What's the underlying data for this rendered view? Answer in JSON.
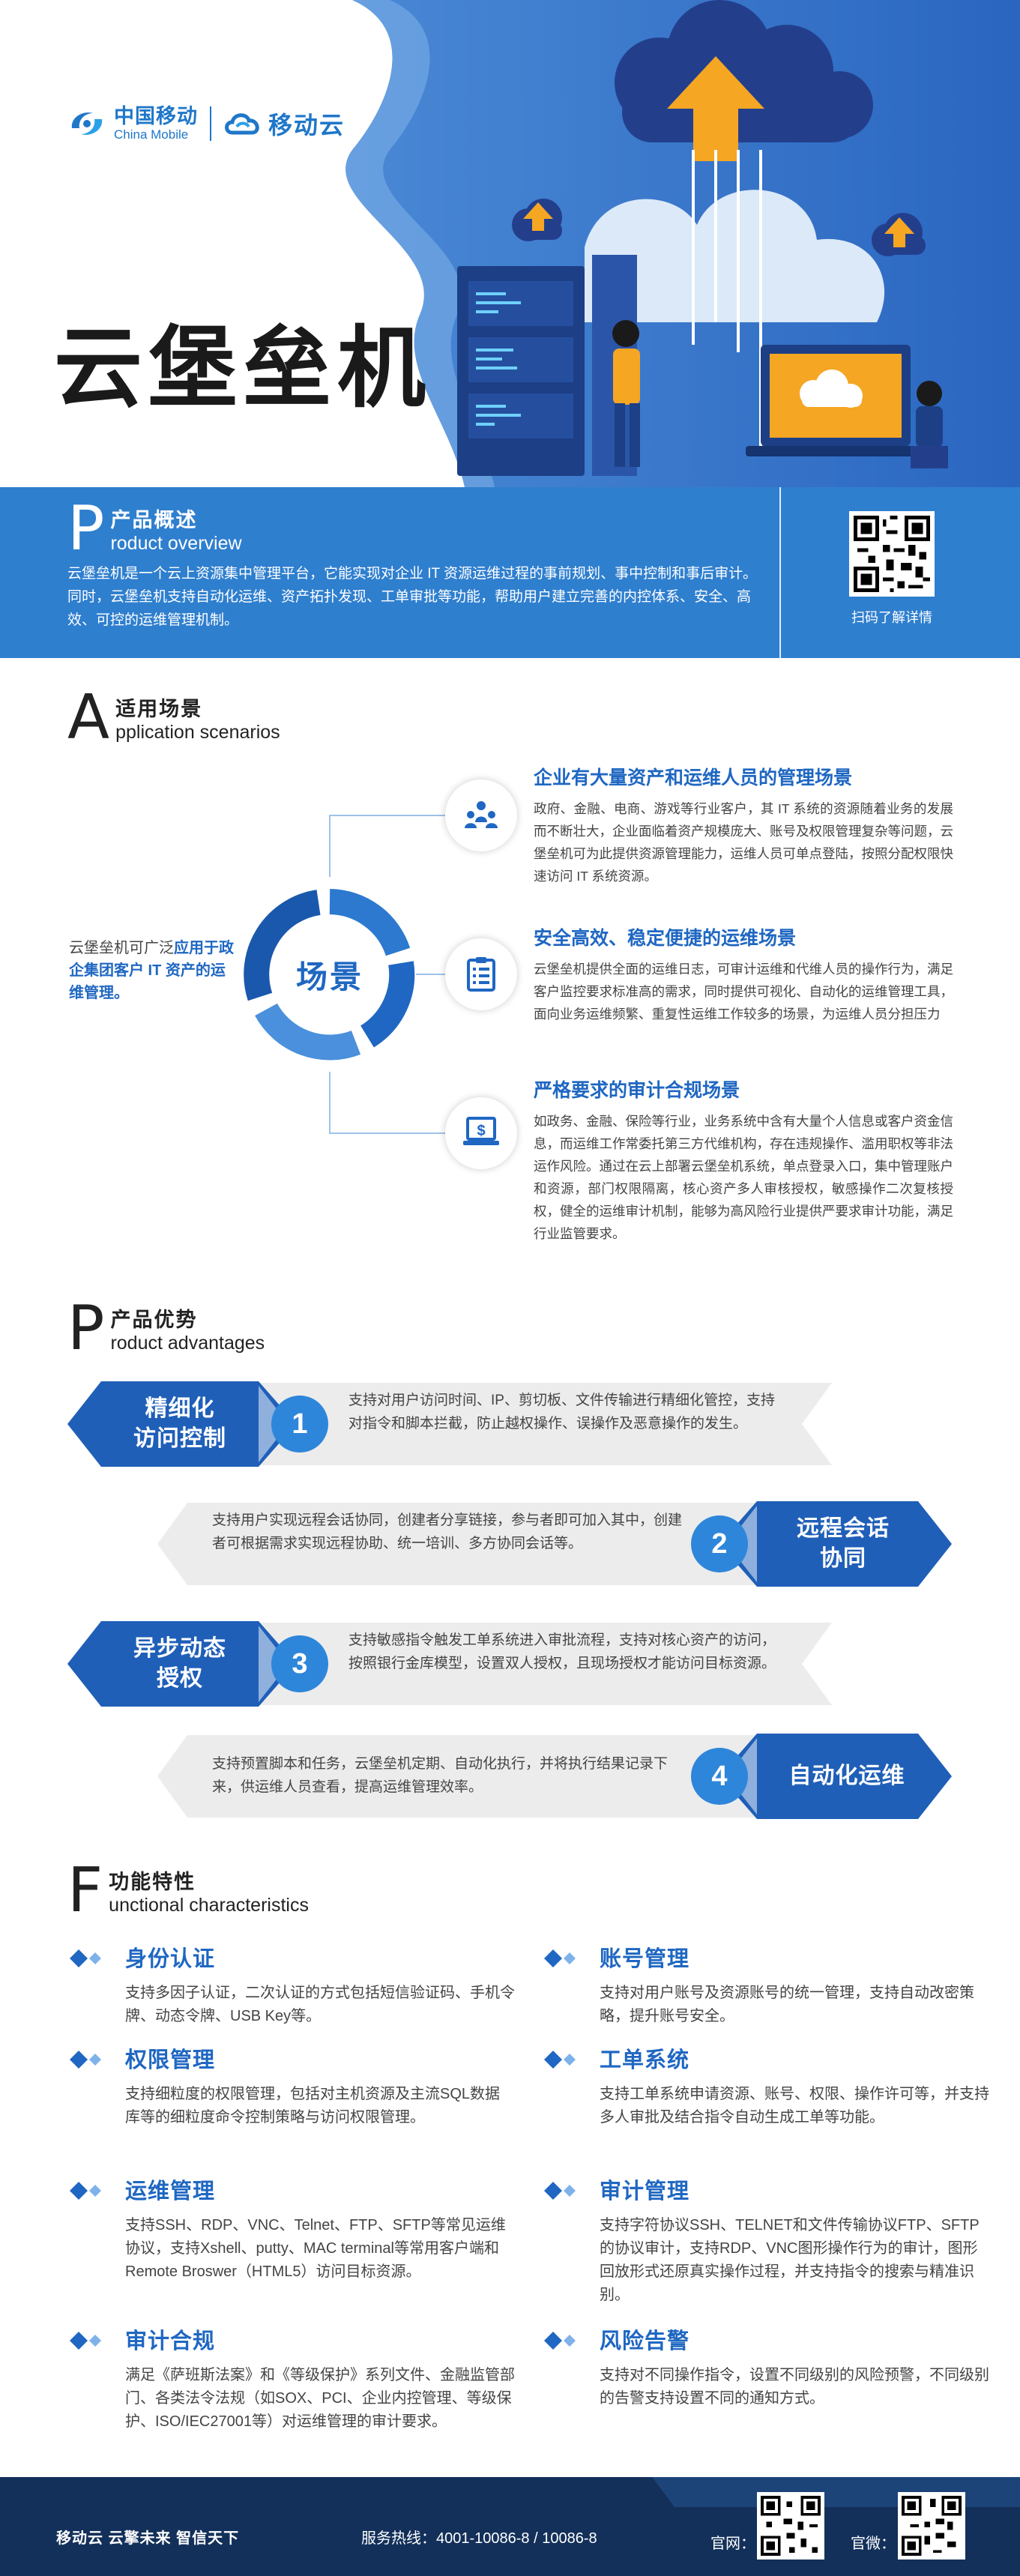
{
  "brand": {
    "china_mobile_cn": "中国移动",
    "china_mobile_en": "China Mobile",
    "cloud_name": "移动云"
  },
  "hero": {
    "title": "云堡垒机"
  },
  "overview": {
    "letter": "P",
    "title_cn": "产品概述",
    "title_en": "roduct overview",
    "text": "云堡垒机是一个云上资源集中管理平台，它能实现对企业 IT 资源运维过程的事前规划、事中控制和事后审计。同时，云堡垒机支持自动化运维、资产拓扑发现、工单审批等功能，帮助用户建立完善的内控体系、安全、高效、可控的运维管理机制。",
    "qr_label": "扫码了解详情"
  },
  "application": {
    "letter": "A",
    "title_cn": "适用场景",
    "title_en": "pplication scenarios",
    "intro_prefix": "云堡垒机可广泛",
    "intro_highlight": "应用于政企集团客户 IT 资产的运维管理。",
    "center_label": "场景",
    "scenarios": [
      {
        "icon": "people-network-icon",
        "title": "企业有大量资产和运维人员的管理场景",
        "text": "政府、金融、电商、游戏等行业客户，其 IT 系统的资源随着业务的发展而不断壮大，企业面临着资产规模庞大、账号及权限管理复杂等问题，云堡垒机可为此提供资源管理能力，运维人员可单点登陆，按照分配权限快速访问 IT 系统资源。"
      },
      {
        "icon": "checklist-icon",
        "title": "安全高效、稳定便捷的运维场景",
        "text": "云堡垒机提供全面的运维日志，可审计运维和代维人员的操作行为，满足客户监控要求标准高的需求，同时提供可视化、自动化的运维管理工具，面向业务运维频繁、重复性运维工作较多的场景，为运维人员分担压力"
      },
      {
        "icon": "laptop-dollar-icon",
        "title": "严格要求的审计合规场景",
        "text": "如政务、金融、保险等行业，业务系统中含有大量个人信息或客户资金信息，而运维工作常委托第三方代维机构，存在违规操作、滥用职权等非法运作风险。通过在云上部署云堡垒机系统，单点登录入口，集中管理账户和资源，部门权限隔离，核心资产多人审核授权，敏感操作二次复核授权，健全的运维审计机制，能够为高风险行业提供严要求审计功能，满足行业监管要求。"
      }
    ]
  },
  "advantages": {
    "letter": "P",
    "title_cn": "产品优势",
    "title_en": "roduct advantages",
    "items": [
      {
        "num": "1",
        "title_line1": "精细化",
        "title_line2": "访问控制",
        "text": "支持对用户访问时间、IP、剪切板、文件传输进行精细化管控，支持对指令和脚本拦截，防止越权操作、误操作及恶意操作的发生。"
      },
      {
        "num": "2",
        "title_line1": "远程会话",
        "title_line2": "协同",
        "text": "支持用户实现远程会话协同，创建者分享链接，参与者即可加入其中，创建者可根据需求实现远程协助、统一培训、多方协同会话等。"
      },
      {
        "num": "3",
        "title_line1": "异步动态",
        "title_line2": "授权",
        "text": "支持敏感指令触发工单系统进入审批流程，支持对核心资产的访问，按照银行金库模型，设置双人授权，且现场授权才能访问目标资源。"
      },
      {
        "num": "4",
        "title_line1": "自动化运维",
        "title_line2": "",
        "text": "支持预置脚本和任务，云堡垒机定期、自动化执行，并将执行结果记录下来，供运维人员查看，提高运维管理效率。"
      }
    ]
  },
  "features": {
    "letter": "F",
    "title_cn": "功能特性",
    "title_en": "unctional characteristics",
    "items": [
      {
        "title": "身份认证",
        "text": "支持多因子认证，二次认证的方式包括短信验证码、手机令牌、动态令牌、USB Key等。"
      },
      {
        "title": "账号管理",
        "text": "支持对用户账号及资源账号的统一管理，支持自动改密策略，提升账号安全。"
      },
      {
        "title": "权限管理",
        "text": "支持细粒度的权限管理，包括对主机资源及主流SQL数据库等的细粒度命令控制策略与访问权限管理。"
      },
      {
        "title": "工单系统",
        "text": "支持工单系统申请资源、账号、权限、操作许可等，并支持多人审批及结合指令自动生成工单等功能。"
      },
      {
        "title": "运维管理",
        "text": "支持SSH、RDP、VNC、Telnet、FTP、SFTP等常见运维协议，支持Xshell、putty、MAC terminal等常用客户端和Remote Broswer（HTML5）访问目标资源。"
      },
      {
        "title": "审计管理",
        "text": "支持字符协议SSH、TELNET和文件传输协议FTP、SFTP的协议审计，支持RDP、VNC图形操作行为的审计，图形回放形式还原真实操作过程，并支持指令的搜索与精准识别。"
      },
      {
        "title": "审计合规",
        "text": "满足《萨班斯法案》和《等级保护》系列文件、金融监管部门、各类法令法规（如SOX、PCI、企业内控管理、等级保护、ISO/IEC27001等）对运维管理的审计要求。"
      },
      {
        "title": "风险告警",
        "text": "支持对不同操作指令，设置不同级别的风险预警，不同级别的告警支持设置不同的通知方式。"
      }
    ]
  },
  "footer": {
    "slogan": "移动云 云擎未来 智信天下",
    "hotline": "服务热线：4001-10086-8 / 10086-8",
    "label1": "官网：",
    "label2": "官微："
  },
  "colors": {
    "primary": "#1f67c2",
    "hero_bg": "#2f72c7",
    "overview_bg": "#2f7fcf",
    "footer_bg": "#13305a",
    "accent_orange": "#f5a623"
  }
}
